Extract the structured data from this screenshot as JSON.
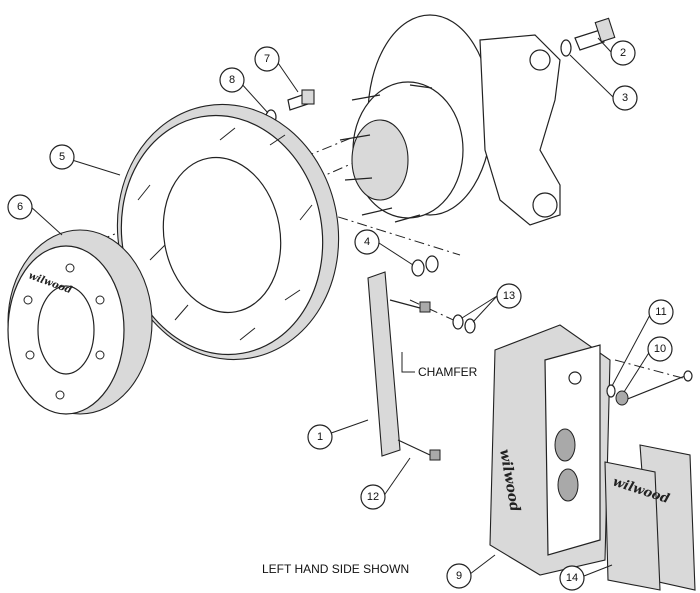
{
  "callouts": [
    "1",
    "2",
    "3",
    "4",
    "5",
    "6",
    "7",
    "8",
    "9",
    "10",
    "11",
    "12",
    "13",
    "14"
  ],
  "labels": {
    "chamfer": "CHAMFER",
    "caption": "LEFT HAND SIDE SHOWN"
  },
  "brand": {
    "hat": "wilwood",
    "caliper": "wilwood",
    "pad": "wilwood"
  }
}
